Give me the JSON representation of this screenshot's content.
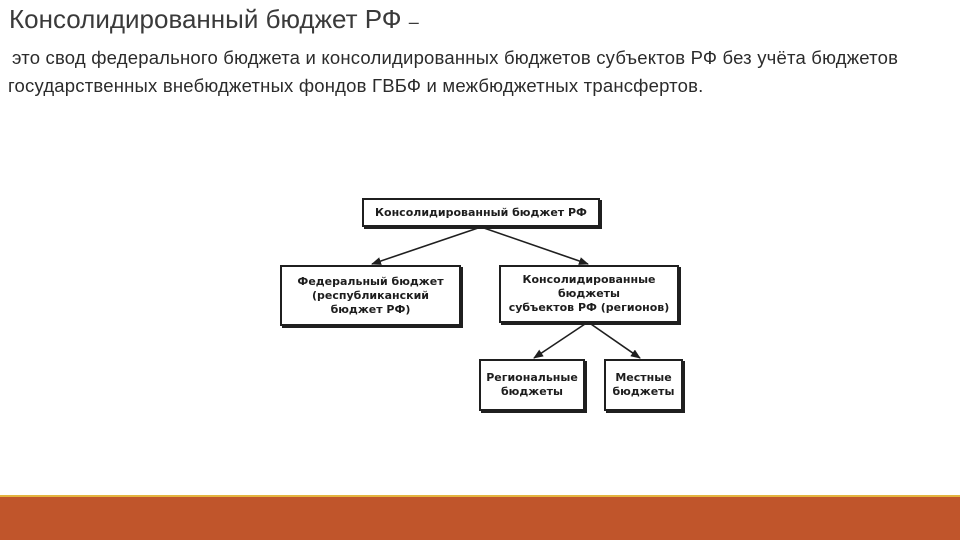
{
  "slide": {
    "title": "Консолидированный бюджет РФ",
    "title_dash": "–",
    "definition": "это свод федерального бюджета и консолидированных бюджетов субъектов РФ без учёта бюджетов государственных внебюджетных фондов ГВБФ и межбюджетных трансфертов."
  },
  "diagram": {
    "root": {
      "label": "Консолидированный бюджет РФ"
    },
    "federal": {
      "lines": [
        "Федеральный бюджет",
        "(республиканский",
        "бюджет РФ)"
      ]
    },
    "consolidated": {
      "lines": [
        "Консолидированные",
        "бюджеты",
        "субъектов РФ (регионов)"
      ]
    },
    "regional": {
      "lines": [
        "Региональные",
        "бюджеты"
      ]
    },
    "local": {
      "lines": [
        "Местные",
        "бюджеты"
      ]
    }
  },
  "colors": {
    "footer": "#c0552b",
    "footer_accent": "#e4b43f"
  }
}
